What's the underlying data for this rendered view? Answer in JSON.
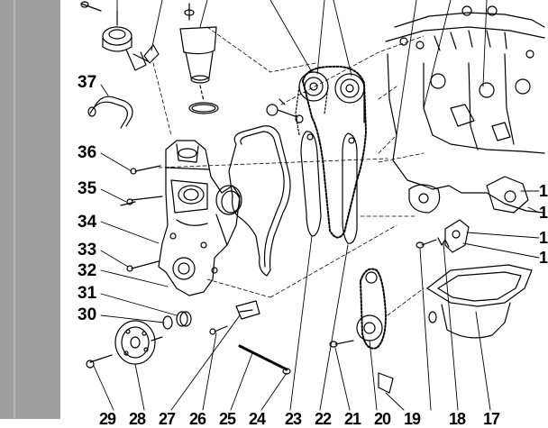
{
  "figure": {
    "type": "exploded-parts-diagram",
    "subject": "engine timing chain / front cover assembly",
    "colors": {
      "sidebar": "#9e9e9e",
      "ink": "#000000",
      "paper": "#ffffff"
    }
  },
  "callouts": {
    "left": [
      "37",
      "36",
      "35",
      "34",
      "33",
      "32",
      "31",
      "30"
    ],
    "bottom": [
      "29",
      "28",
      "27",
      "26",
      "25",
      "24",
      "23",
      "22",
      "21",
      "20",
      "19",
      "18",
      "17"
    ],
    "right": [
      "1",
      "1",
      "1",
      "1"
    ]
  }
}
